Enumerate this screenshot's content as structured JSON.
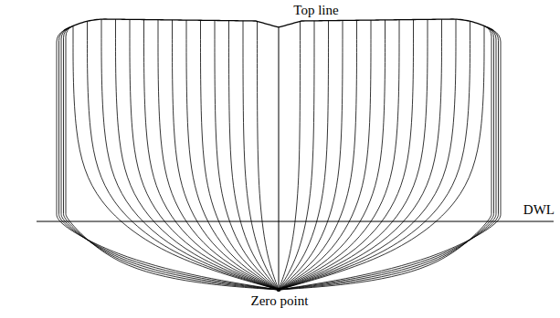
{
  "diagram": {
    "labels": [
      "Top line",
      "DWL",
      "Zero point"
    ]
  }
}
